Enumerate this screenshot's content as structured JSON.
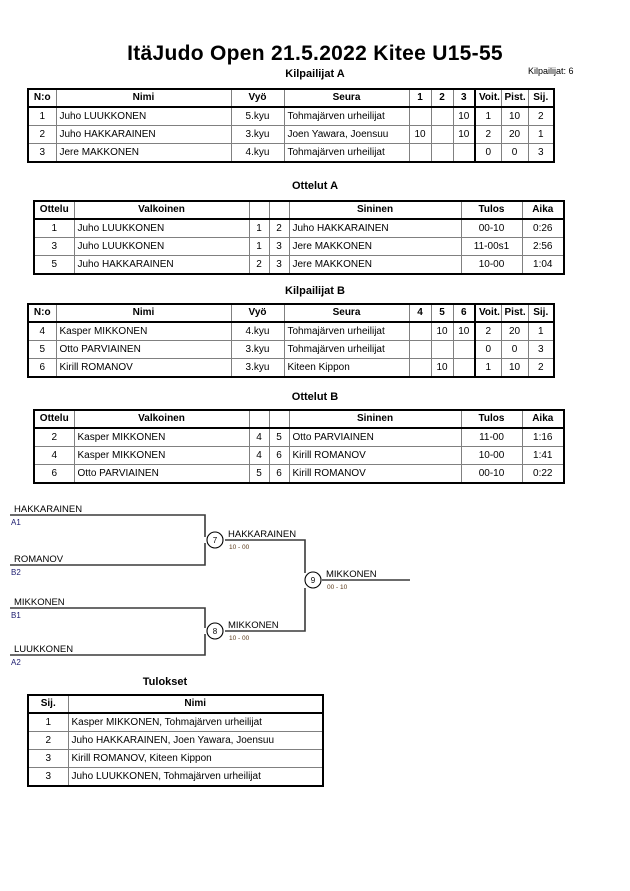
{
  "header": {
    "title": "ItäJudo Open  21.5.2022  Kitee   U15-55",
    "entry_count": "Kilpailijat: 6"
  },
  "sections": {
    "pool_a_title": "Kilpailijat A",
    "matches_a_title": "Ottelut A",
    "pool_b_title": "Kilpailijat B",
    "matches_b_title": "Ottelut B",
    "results_title": "Tulokset"
  },
  "pool_columns": {
    "no": "N:o",
    "name": "Nimi",
    "belt": "Vyö",
    "club": "Seura",
    "wins": "Voit.",
    "points": "Pist.",
    "rank": "Sij."
  },
  "match_columns": {
    "match": "Ottelu",
    "white": "Valkoinen",
    "blue": "Sininen",
    "result": "Tulos",
    "time": "Aika"
  },
  "results_columns": {
    "rank": "Sij.",
    "name": "Nimi"
  },
  "pool_a": {
    "score_headers": [
      "1",
      "2",
      "3"
    ],
    "rows": [
      {
        "no": "1",
        "name": "Juho LUUKKONEN",
        "belt": "5.kyu",
        "club": "Tohmajärven urheilijat",
        "scores": [
          "",
          "",
          "10"
        ],
        "wins": "1",
        "points": "10",
        "rank": "2"
      },
      {
        "no": "2",
        "name": "Juho HAKKARAINEN",
        "belt": "3.kyu",
        "club": "Joen Yawara, Joensuu",
        "scores": [
          "10",
          "",
          "10"
        ],
        "wins": "2",
        "points": "20",
        "rank": "1"
      },
      {
        "no": "3",
        "name": "Jere MAKKONEN",
        "belt": "4.kyu",
        "club": "Tohmajärven urheilijat",
        "scores": [
          "",
          "",
          ""
        ],
        "wins": "0",
        "points": "0",
        "rank": "3"
      }
    ]
  },
  "matches_a": {
    "rows": [
      {
        "match": "1",
        "white": "Juho LUUKKONEN",
        "white_no": "1",
        "blue_no": "2",
        "blue": "Juho HAKKARAINEN",
        "result": "00-10",
        "time": "0:26"
      },
      {
        "match": "3",
        "white": "Juho LUUKKONEN",
        "white_no": "1",
        "blue_no": "3",
        "blue": "Jere MAKKONEN",
        "result": "11-00s1",
        "time": "2:56"
      },
      {
        "match": "5",
        "white": "Juho HAKKARAINEN",
        "white_no": "2",
        "blue_no": "3",
        "blue": "Jere MAKKONEN",
        "result": "10-00",
        "time": "1:04"
      }
    ]
  },
  "pool_b": {
    "score_headers": [
      "4",
      "5",
      "6"
    ],
    "rows": [
      {
        "no": "4",
        "name": "Kasper MIKKONEN",
        "belt": "4.kyu",
        "club": "Tohmajärven urheilijat",
        "scores": [
          "",
          "10",
          "10"
        ],
        "wins": "2",
        "points": "20",
        "rank": "1"
      },
      {
        "no": "5",
        "name": "Otto PARVIAINEN",
        "belt": "3.kyu",
        "club": "Tohmajärven urheilijat",
        "scores": [
          "",
          "",
          ""
        ],
        "wins": "0",
        "points": "0",
        "rank": "3"
      },
      {
        "no": "6",
        "name": "Kirill ROMANOV",
        "belt": "3.kyu",
        "club": "Kiteen Kippon",
        "scores": [
          "",
          "10",
          ""
        ],
        "wins": "1",
        "points": "10",
        "rank": "2"
      }
    ]
  },
  "matches_b": {
    "rows": [
      {
        "match": "2",
        "white": "Kasper MIKKONEN",
        "white_no": "4",
        "blue_no": "5",
        "blue": "Otto PARVIAINEN",
        "result": "11-00",
        "time": "1:16"
      },
      {
        "match": "4",
        "white": "Kasper MIKKONEN",
        "white_no": "4",
        "blue_no": "6",
        "blue": "Kirill ROMANOV",
        "result": "10-00",
        "time": "1:41"
      },
      {
        "match": "6",
        "white": "Otto PARVIAINEN",
        "white_no": "5",
        "blue_no": "6",
        "blue": "Kirill ROMANOV",
        "result": "00-10",
        "time": "0:22"
      }
    ]
  },
  "bracket": {
    "entries": [
      {
        "name": "HAKKARAINEN",
        "seed": "A1"
      },
      {
        "name": "ROMANOV",
        "seed": "B2"
      },
      {
        "name": "MIKKONEN",
        "seed": "B1"
      },
      {
        "name": "LUUKKONEN",
        "seed": "A2"
      }
    ],
    "nodes": [
      {
        "number": "7",
        "winner": "HAKKARAINEN",
        "score": "10 - 00"
      },
      {
        "number": "8",
        "winner": "MIKKONEN",
        "score": "10 - 00"
      },
      {
        "number": "9",
        "winner": "MIKKONEN",
        "score": "00 - 10"
      }
    ]
  },
  "results": {
    "rows": [
      {
        "rank": "1",
        "name": "Kasper MIKKONEN, Tohmajärven urheilijat"
      },
      {
        "rank": "2",
        "name": "Juho HAKKARAINEN, Joen Yawara, Joensuu"
      },
      {
        "rank": "3",
        "name": "Kirill ROMANOV, Kiteen Kippon"
      },
      {
        "rank": "3",
        "name": "Juho LUUKKONEN, Tohmajärven urheilijat"
      }
    ]
  }
}
